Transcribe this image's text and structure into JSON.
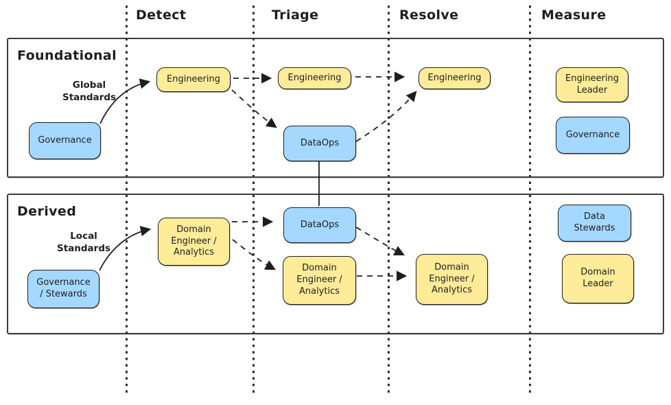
{
  "diagram": {
    "columns": [
      "Detect",
      "Triage",
      "Resolve",
      "Measure"
    ],
    "lanes": [
      {
        "title": "Foundational",
        "edge_label": "Global\nStandards"
      },
      {
        "title": "Derived",
        "edge_label": "Local\nStandards"
      }
    ],
    "colors": {
      "node_blue_fill": "#a5d8ff",
      "node_yellow_fill": "#ffec99",
      "stroke": "#1e1e1e",
      "background": "#ffffff"
    },
    "nodes": {
      "f_source": {
        "label": "Governance",
        "color": "blue"
      },
      "f_detect": {
        "label": "Engineering",
        "color": "yellow"
      },
      "f_triage_eng": {
        "label": "Engineering",
        "color": "yellow"
      },
      "f_triage_dataops": {
        "label": "DataOps",
        "color": "blue"
      },
      "f_resolve": {
        "label": "Engineering",
        "color": "yellow"
      },
      "f_measure_1": {
        "label": "Engineering\nLeader",
        "color": "yellow"
      },
      "f_measure_2": {
        "label": "Governance",
        "color": "blue"
      },
      "d_source": {
        "label": "Governance\n/ Stewards",
        "color": "blue"
      },
      "d_detect": {
        "label": "Domain\nEngineer /\nAnalytics",
        "color": "yellow"
      },
      "d_triage_dataops": {
        "label": "DataOps",
        "color": "blue"
      },
      "d_triage_domain": {
        "label": "Domain\nEngineer /\nAnalytics",
        "color": "yellow"
      },
      "d_resolve": {
        "label": "Domain\nEngineer /\nAnalytics",
        "color": "yellow"
      },
      "d_measure_1": {
        "label": "Data\nStewards",
        "color": "blue"
      },
      "d_measure_2": {
        "label": "Domain\nLeader",
        "color": "yellow"
      }
    },
    "edges": [
      {
        "from": "f_source",
        "to": "f_detect",
        "style": "solid",
        "label": "Global Standards"
      },
      {
        "from": "f_detect",
        "to": "f_triage_eng",
        "style": "dashed",
        "label": ""
      },
      {
        "from": "f_detect",
        "to": "f_triage_dataops",
        "style": "dashed",
        "label": ""
      },
      {
        "from": "f_triage_eng",
        "to": "f_resolve",
        "style": "dashed",
        "label": ""
      },
      {
        "from": "f_triage_dataops",
        "to": "f_resolve",
        "style": "dashed",
        "label": ""
      },
      {
        "from": "f_triage_dataops",
        "to": "d_triage_dataops",
        "style": "solid",
        "label": ""
      },
      {
        "from": "d_source",
        "to": "d_detect",
        "style": "solid",
        "label": "Local Standards"
      },
      {
        "from": "d_detect",
        "to": "d_triage_dataops",
        "style": "dashed",
        "label": ""
      },
      {
        "from": "d_detect",
        "to": "d_triage_domain",
        "style": "dashed",
        "label": ""
      },
      {
        "from": "d_triage_dataops",
        "to": "d_resolve",
        "style": "dashed",
        "label": ""
      },
      {
        "from": "d_triage_domain",
        "to": "d_resolve",
        "style": "dashed",
        "label": ""
      }
    ]
  }
}
